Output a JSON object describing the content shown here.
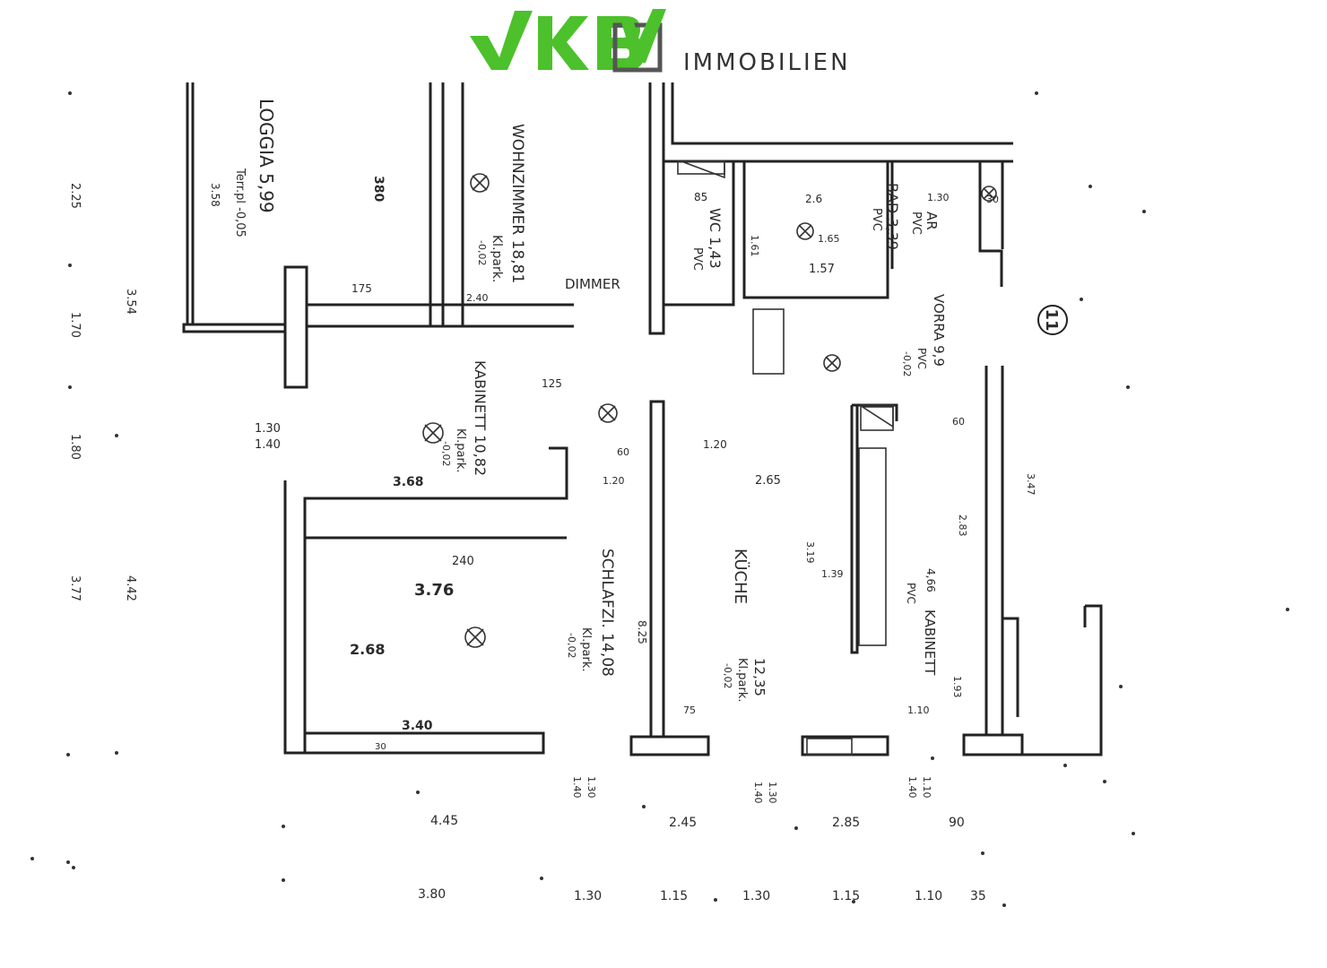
{
  "logo": {
    "brand": "VKB",
    "suffix": "IMMOBILIEN",
    "brand_color": "#4cc12b",
    "frame_color": "#555555"
  },
  "rooms": {
    "loggia": "LOGGIA 5,99",
    "loggia_floor": "Terr.pl -0,05",
    "wohnzimmer": "WOHNZIMMER 18,81",
    "wohnzimmer_floor": "Kl.park.",
    "wohnzimmer_level": "-0,02",
    "wc": "WC 1,43",
    "wc_floor": "PVC",
    "bad": "BAD 3,39",
    "bad_floor": "PVC",
    "ar": "AR",
    "ar_floor": "PVC",
    "vorraum": "VORRA 9,9",
    "vorraum_floor": "PVC",
    "vorraum_level": "-0,02",
    "kabinett1": "KABINETT 10,82",
    "kabinett1_floor": "Kl.park.",
    "kabinett1_level": "-0,02",
    "schlafzimmer": "SCHLAFZI. 14,08",
    "schlafzimmer_floor": "Kl.park.",
    "schlafzimmer_level": "-0,02",
    "kueche": "KÜCHE",
    "kueche_area": "12,35",
    "kueche_floor": "Kl.park.",
    "kueche_level": "-0,02",
    "kabinett2": "KABINETT",
    "kabinett2_area": "4,66",
    "kabinett2_floor": "PVC",
    "dimmer": "DIMMER",
    "unit_number": "11"
  },
  "dims": {
    "d_380": "380",
    "d_358": "3.58",
    "d_175": "175",
    "d_240a": "2.40",
    "d_125": "125",
    "d_130": "1.30",
    "d_140": "1.40",
    "d_368": "3.68",
    "d_240": "240",
    "d_376": "3.76",
    "d_268": "2.68",
    "d_340": "3.40",
    "d_30": "30",
    "d_85": "85",
    "d_26": "2.6",
    "d_161": "1.61",
    "d_165": "1.65",
    "d_157": "1.57",
    "d_120": "1.20",
    "d_130b": "1.30",
    "d_30b": "30",
    "d_265": "2.65",
    "d_319": "3.19",
    "d_139": "1.39",
    "d_283": "2.83",
    "d_347": "3.47",
    "d_193": "1.93",
    "d_825": "8.25",
    "d_75": "75",
    "d_110": "1.10",
    "d_60": "60",
    "d_120b": "1.20",
    "d_60b": "60"
  },
  "left_dims": [
    "2.25",
    "3.54",
    "1.70",
    "1.80",
    "3.77",
    "4.42"
  ],
  "bottom_row1": [
    "4.45",
    "2.45",
    "2.85",
    "90"
  ],
  "bottom_row2": [
    "3.80",
    "1.30",
    "1.15",
    "1.30",
    "1.15",
    "1.10",
    "35"
  ],
  "bottom_small": [
    "1.30",
    "1.40",
    "1.30",
    "1.40",
    "1.10",
    "1.40"
  ]
}
